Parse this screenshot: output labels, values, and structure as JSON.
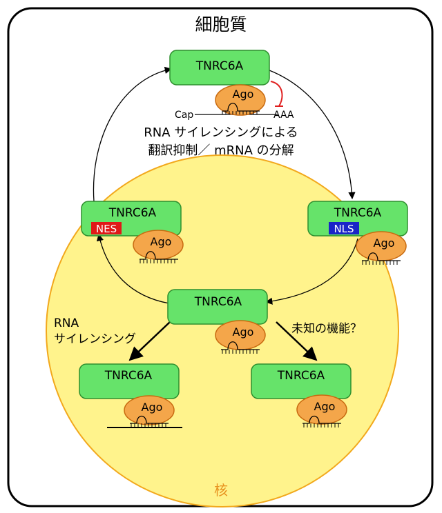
{
  "title": "細胞質",
  "nucleus_label": "核",
  "protein_label": "TNRC6A",
  "ago_label": "Ago",
  "nes_label": "NES",
  "nls_label": "NLS",
  "cap_label": "Cap",
  "polya_label": "AAA",
  "cyto_function_line1": "RNA サイレンシングによる",
  "cyto_function_line2": "翻訳抑制／ mRNA の分解",
  "nuc_function_left_line1": "RNA",
  "nuc_function_left_line2": "サイレンシング",
  "nuc_function_right": "未知の機能？",
  "colors": {
    "protein_fill": "#66e36a",
    "protein_stroke": "#2f8f2f",
    "ago_fill": "#f4a64a",
    "ago_stroke": "#c86a10",
    "nucleus_fill": "#fff38c",
    "nucleus_stroke": "#f2a81c",
    "nucleus_label": "#e89320",
    "nes_fill": "#e01818",
    "nls_fill": "#1a24c8",
    "inhibit": "#e02020"
  }
}
